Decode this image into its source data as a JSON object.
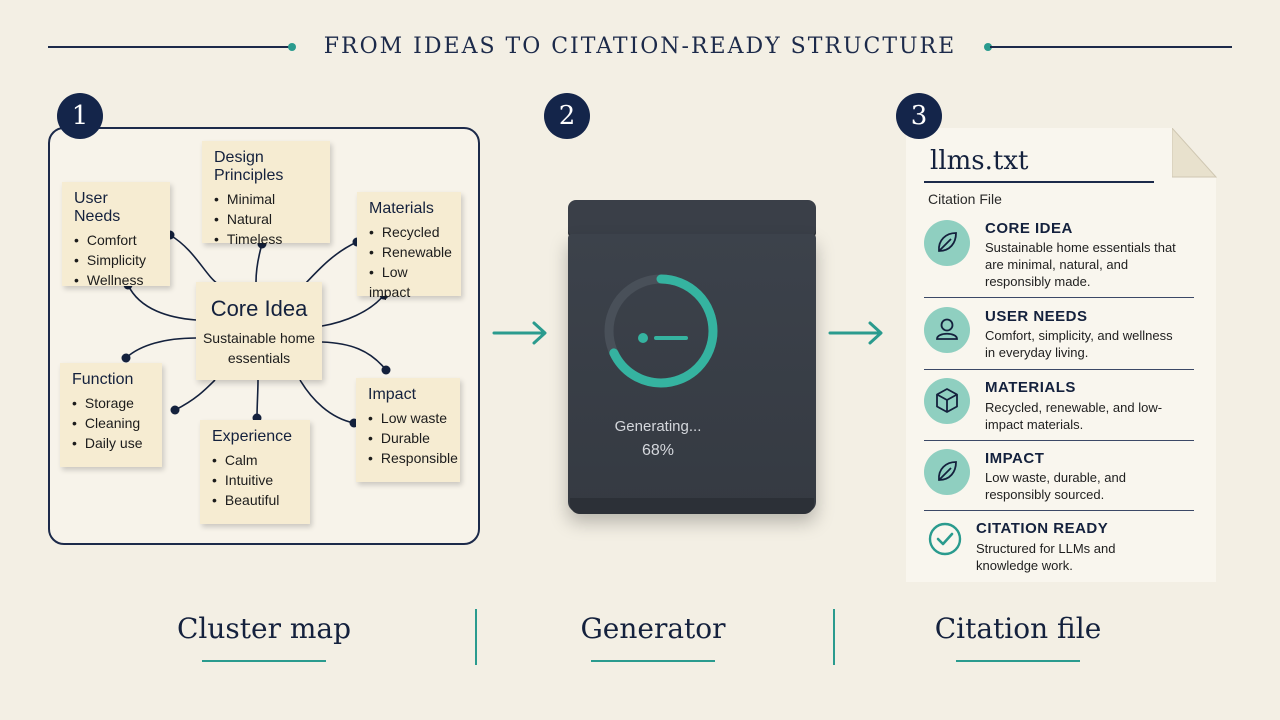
{
  "header": {
    "title": "FROM IDEAS TO CITATION-READY STRUCTURE"
  },
  "steps": [
    "1",
    "2",
    "3"
  ],
  "cluster": {
    "core": {
      "title": "Core Idea",
      "subtitle": "Sustainable home essentials"
    },
    "notes": {
      "user_needs": {
        "title": "User Needs",
        "items": [
          "Comfort",
          "Simplicity",
          "Wellness"
        ]
      },
      "design": {
        "title": "Design Principles",
        "items": [
          "Minimal",
          "Natural",
          "Timeless"
        ]
      },
      "materials": {
        "title": "Materials",
        "items": [
          "Recycled",
          "Renewable",
          "Low impact"
        ]
      },
      "function": {
        "title": "Function",
        "items": [
          "Storage",
          "Cleaning",
          "Daily use"
        ]
      },
      "experience": {
        "title": "Experience",
        "items": [
          "Calm",
          "Intuitive",
          "Beautiful"
        ]
      },
      "impact": {
        "title": "Impact",
        "items": [
          "Low waste",
          "Durable",
          "Responsible"
        ]
      }
    }
  },
  "generator": {
    "status": "Generating...",
    "progress_text": "68%",
    "progress": 0.68
  },
  "citation": {
    "filename": "llms.txt",
    "subtitle": "Citation File",
    "sections": [
      {
        "icon": "leaf-icon",
        "heading": "CORE IDEA",
        "body": "Sustainable home essentials that are minimal, natural, and responsibly made."
      },
      {
        "icon": "user-icon",
        "heading": "USER NEEDS",
        "body": "Comfort, simplicity, and wellness in everyday living."
      },
      {
        "icon": "cube-icon",
        "heading": "MATERIALS",
        "body": "Recycled, renewable, and low-impact materials."
      },
      {
        "icon": "leaf-icon",
        "heading": "IMPACT",
        "body": "Low waste, durable, and responsibly sourced."
      },
      {
        "icon": "check-circle-icon",
        "heading": "CITATION READY",
        "body": "Structured for LLMs and knowledge work."
      }
    ]
  },
  "footer": {
    "labels": [
      "Cluster map",
      "Generator",
      "Citation file"
    ]
  },
  "colors": {
    "navy": "#14254a",
    "teal": "#2a9b8e",
    "paper": "#f6ecd2",
    "background": "#f3efe4"
  }
}
